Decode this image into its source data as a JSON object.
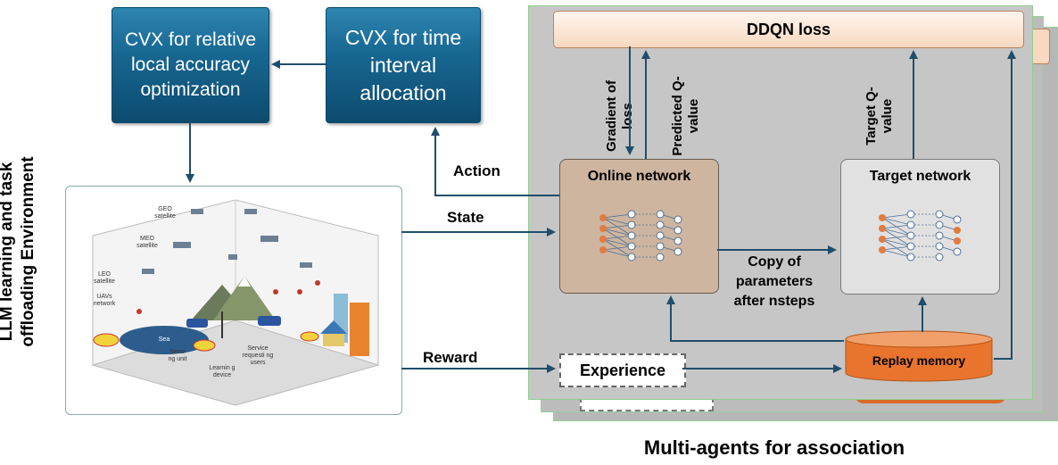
{
  "cvx_local": {
    "line1": "CVX for relative",
    "line2": "local accuracy",
    "line3": "optimization"
  },
  "cvx_time": {
    "line1": "CVX for time",
    "line2": "interval",
    "line3": "allocation"
  },
  "environment": {
    "title_line1": "LLM learning and task",
    "title_line2": "offloading Environment",
    "labels": {
      "geo": "GEO satellite",
      "meo": "MEO satellite",
      "leo": "LEO satellite",
      "uav": "UAVs network",
      "sea": "Sea",
      "sensing": "Sensi ng unit",
      "learning": "Learnin g device",
      "service": "Service requesti ng users"
    }
  },
  "flows": {
    "action": "Action",
    "state": "State",
    "reward": "Reward"
  },
  "agent": {
    "ddqn_loss": "DDQN loss",
    "gradient_label": "Gradient of\nloss",
    "predicted_label": "Predicted Q-\nvalue",
    "target_q_label": "Target Q-\nvalue",
    "online_network": "Online network",
    "target_network": "Target network",
    "copy_label": {
      "line1": "Copy of",
      "line2": "parameters",
      "line3": "after nsteps"
    },
    "replay_memory": "Replay memory",
    "experience": "Experience"
  },
  "caption": "Multi-agents for association",
  "colors": {
    "cvx_blue": "#176792",
    "arrow": "#1f4e6b",
    "replay_orange": "#e8742e",
    "online_brown": "#cdb59f"
  }
}
